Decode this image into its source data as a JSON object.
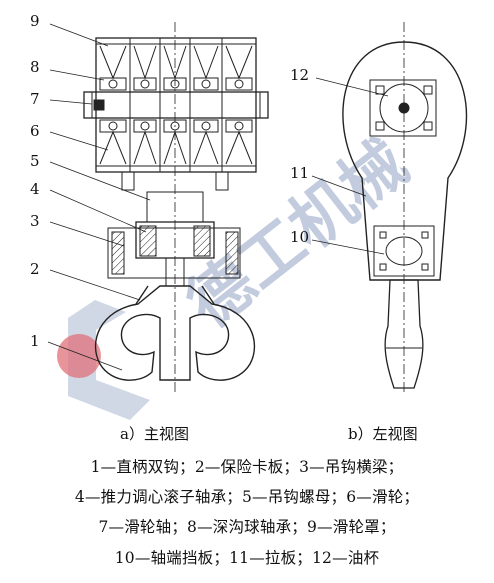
{
  "watermark": {
    "text": "德工机械",
    "color": "#2a4a8a",
    "logo_color": "#2a4a8a",
    "dot_color": "#e0707a"
  },
  "front_view": {
    "caption": "a）主视图",
    "part_numbers": [
      "9",
      "8",
      "7",
      "6",
      "5",
      "4",
      "3",
      "2",
      "1"
    ]
  },
  "side_view": {
    "caption": "b）左视图",
    "part_numbers": [
      "12",
      "11",
      "10"
    ]
  },
  "legend": {
    "line1": "1—直柄双钩；2—保险卡板；3—吊钩横梁；",
    "line2": "4—推力调心滚子轴承；5—吊钩螺母；6—滑轮；",
    "line3": "7—滑轮轴；8—深沟球轴承；9—滑轮罩；",
    "line4": "10—轴端挡板；11—拉板；12—油杯"
  }
}
